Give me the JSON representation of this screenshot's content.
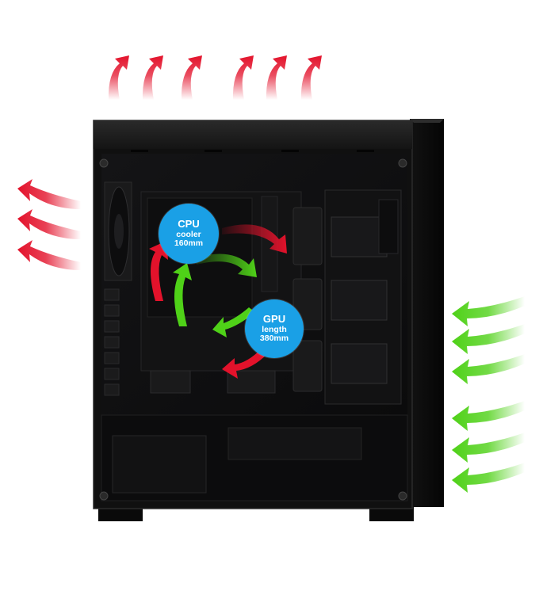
{
  "cpu_badge": {
    "line1": "CPU",
    "line2": "cooler",
    "line3": "160mm"
  },
  "gpu_badge": {
    "line1": "GPU",
    "line2": "length",
    "line3": "380mm"
  },
  "colors": {
    "exhaust": "#e3122b",
    "intake": "#4fd118",
    "badge": "#1aa0e6",
    "case_body": "#0b0b0b",
    "case_edge": "#1c1c1c",
    "interior": "#0f0f10"
  },
  "icons": {
    "exhaust_arrow": "red-curved-arrow-icon",
    "intake_arrow": "green-curved-arrow-icon"
  }
}
